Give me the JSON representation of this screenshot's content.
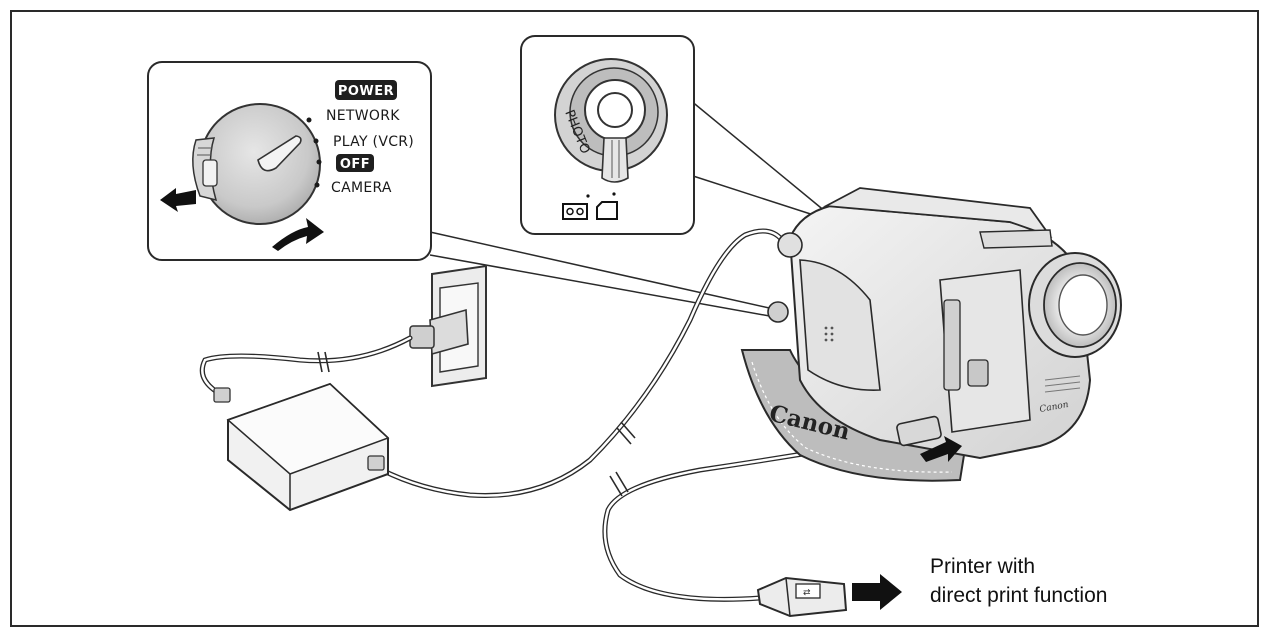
{
  "dial_modes": {
    "power": "POWER",
    "network": "NETWORK",
    "play": "PLAY (VCR)",
    "off": "OFF",
    "camera": "CAMERA"
  },
  "photo_switch": {
    "label": "PHOTO"
  },
  "camera_brand": "Canon",
  "caption": {
    "line1": "Printer with",
    "line2": "direct print function"
  },
  "colors": {
    "line": "#2a2a2a",
    "badge": "#1f1f1f"
  },
  "icons": [
    "power-dial",
    "photo-switch",
    "wall-outlet",
    "ac-adapter",
    "camcorder",
    "usb-connector",
    "arrow-right-icon"
  ]
}
